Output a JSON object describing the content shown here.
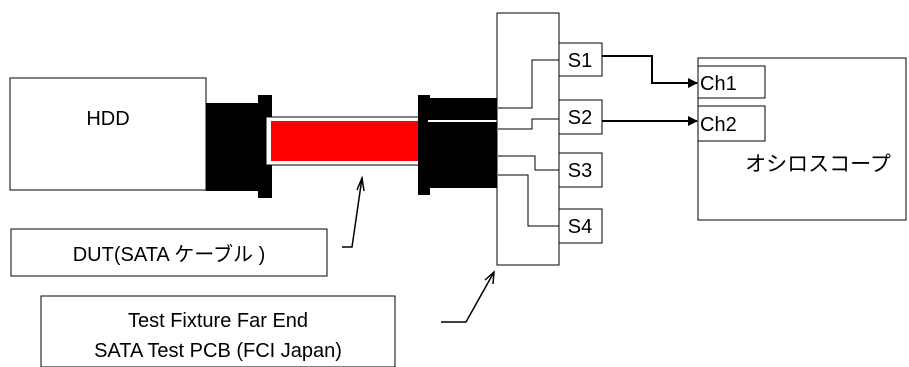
{
  "labels": {
    "hdd": "HDD",
    "dut": "DUT(SATA ケーブル )",
    "fixture_line1": "Test Fixture Far End",
    "fixture_line2": "SATA Test PCB (FCI Japan)",
    "oscilloscope": "オシロスコープ",
    "ports": [
      "S1",
      "S2",
      "S3",
      "S4"
    ],
    "channels": [
      "Ch1",
      "Ch2"
    ]
  },
  "colors": {
    "cable": "#ff0000",
    "connector": "#000000",
    "line": "#000000",
    "background": "#ffffff"
  }
}
